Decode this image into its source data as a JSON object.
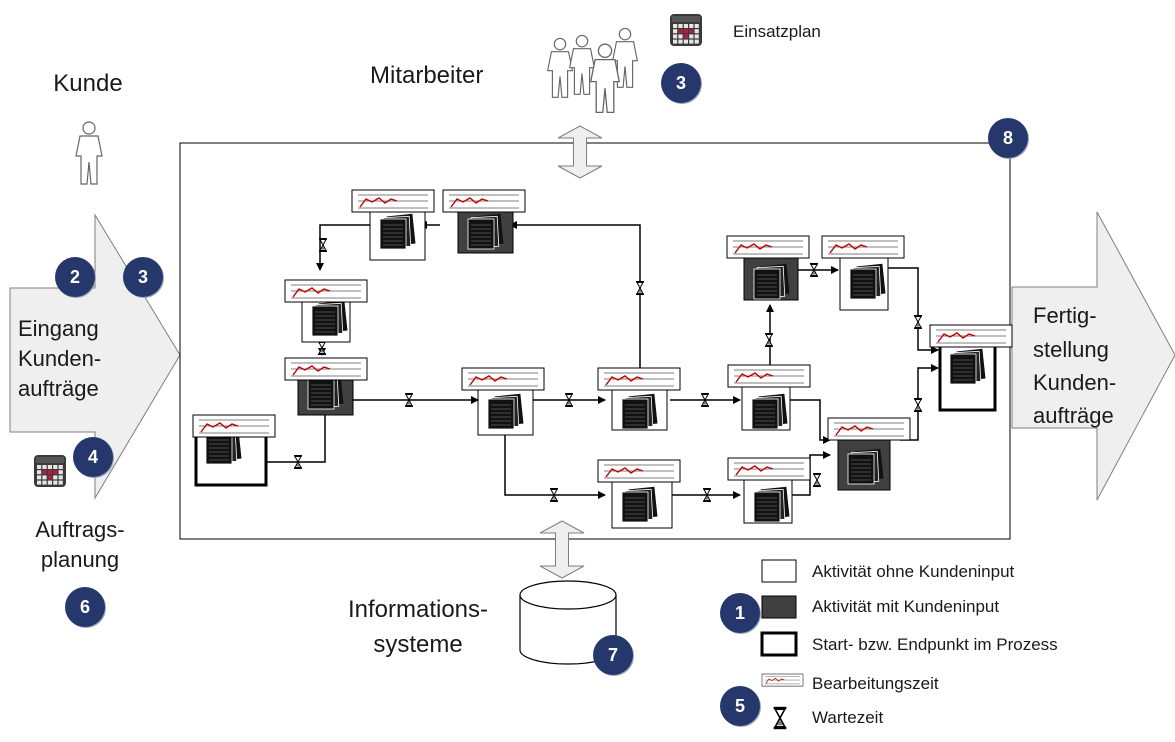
{
  "labels": {
    "kunde": "Kunde",
    "mitarbeiter": "Mitarbeiter",
    "einsatzplan": "Einsatzplan",
    "eingang": [
      "Eingang",
      "Kunden-",
      "aufträge"
    ],
    "auftragsplanung": [
      "Auftrags-",
      "planung"
    ],
    "fertigstellung": [
      "Fertig-",
      "stellung",
      "Kunden-",
      "aufträge"
    ],
    "informationssysteme": [
      "Informations-",
      "systeme"
    ]
  },
  "badges": {
    "b2": "2",
    "b3_left": "3",
    "b3_top": "3",
    "b4": "4",
    "b6": "6",
    "b7": "7",
    "b8": "8",
    "b1": "1",
    "b5": "5"
  },
  "legend": {
    "ohne": "Aktivität ohne Kundeninput",
    "mit": "Aktivität mit Kundeninput",
    "start": "Start- bzw. Endpunkt im Prozess",
    "zeit": "Bearbeitungszeit",
    "warte": "Wartezeit"
  },
  "colors": {
    "badge": "#26376b",
    "arrow_fill": "#efefef",
    "arrow_stroke": "#7f7f7f",
    "activity_dark": "#404040",
    "chart_line": "#c00000"
  },
  "icons": [
    "person-icon",
    "people-group-icon",
    "calendar-icon",
    "document-stack-icon",
    "hourglass-icon",
    "database-icon"
  ]
}
